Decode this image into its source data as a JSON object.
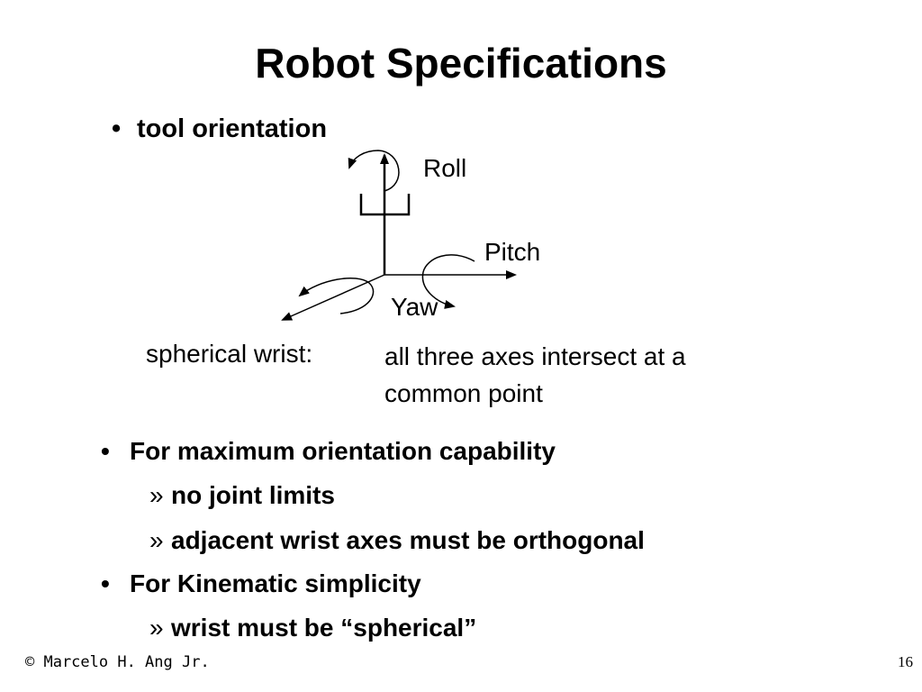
{
  "slide": {
    "title": "Robot Specifications",
    "bullet_tool": "tool orientation",
    "axes": {
      "roll": "Roll",
      "pitch": "Pitch",
      "yaw": "Yaw"
    },
    "definition": {
      "term": "spherical wrist:",
      "text": "all three axes intersect at a common point"
    },
    "bullets": [
      {
        "label": "For maximum orientation capability",
        "subs": [
          "no joint limits",
          "adjacent wrist axes must be orthogonal"
        ]
      },
      {
        "label": "For Kinematic simplicity",
        "subs": [
          "wrist must be “spherical”"
        ]
      }
    ],
    "bullet_symbol": "•",
    "sub_symbol": "»"
  },
  "footer": {
    "author": "© Marcelo H. Ang Jr.",
    "page_number": "16"
  }
}
